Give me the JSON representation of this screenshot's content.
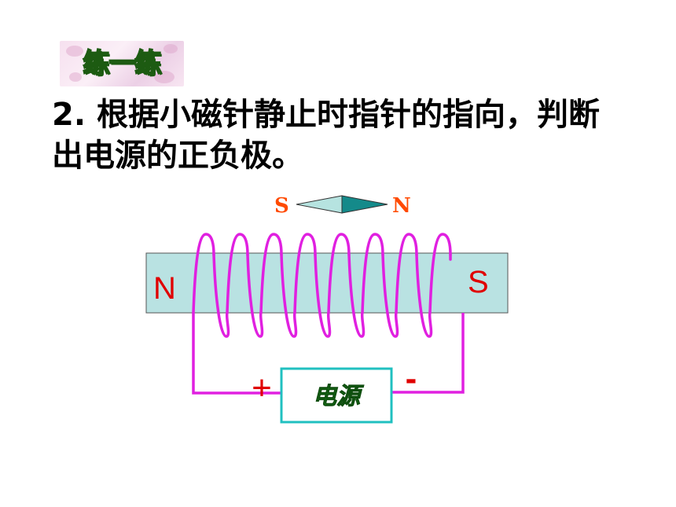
{
  "badge": {
    "text": "练一练"
  },
  "question": {
    "text": "2. 根据小磁针静止时指针的指向，判断出电源的正负极。"
  },
  "compass": {
    "left_label": "S",
    "right_label": "N"
  },
  "core": {
    "left_label": "N",
    "right_label": "S"
  },
  "battery": {
    "label": "电源",
    "plus_label": "+",
    "minus_label": "-"
  },
  "colors": {
    "core_fill": "#b9e2e2",
    "coil": "#e020e0",
    "label_red": "#e00000",
    "compass_light": "#b6e3e0",
    "compass_dark": "#148a8a",
    "compass_label": "#ff4a00",
    "battery_border": "#20c0c0",
    "battery_text": "#1a7a1a"
  }
}
